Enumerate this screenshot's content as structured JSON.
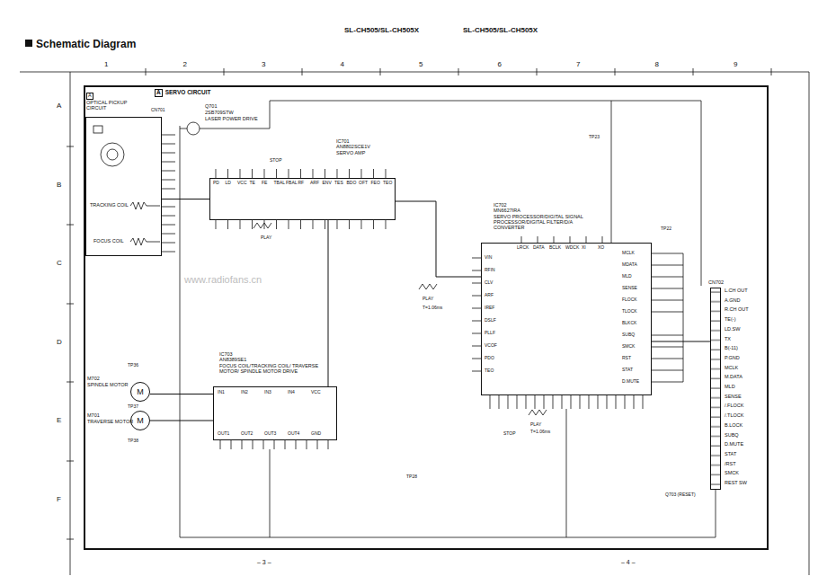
{
  "diagram": {
    "title": "Schematic Diagram",
    "nodes": [
      {
        "text": [
          "A",
          "SERVO CIRCUIT"
        ]
      },
      {
        "text": [
          "A",
          "OPTICAL PICKUP CIRCUIT"
        ],
        "in": 0
      },
      {
        "text": [
          "IC701",
          "AN8802SCE1V",
          "SERVO AMP"
        ],
        "in": 0
      },
      {
        "text": [
          "IC703",
          "AN8389SE1",
          "FOCUS COIL/TRACKING COIL/ TRAVERSE MOTOR/ SPINDLE MOTOR DRIVE"
        ],
        "in": 0
      },
      {
        "text": [
          "IC702",
          "MN6627IRA",
          "SERVO PROCESSOR/DIGITAL SIGNAL PROCESSOR/DIGITAL FILTER/D/A CONVERTER"
        ],
        "in": 0
      },
      {
        "text": [
          "M"
        ],
        "in": 0
      },
      {
        "text": [
          "M"
        ],
        "in": 0
      },
      {
        "text": [
          "CN702"
        ],
        "in": 0
      }
    ],
    "edges": [
      {
        "from": 1,
        "to": 2,
        "arrow": "none"
      },
      {
        "from": 2,
        "to": 4,
        "arrow": "none"
      },
      {
        "from": 2,
        "to": 3,
        "arrow": "none"
      },
      {
        "from": 3,
        "to": 5,
        "arrow": "none"
      },
      {
        "from": 3,
        "to": 6,
        "arrow": "none"
      },
      {
        "from": 4,
        "to": 7,
        "arrow": "none"
      }
    ],
    "labels": [
      "SL-CH505/SL-CH505X",
      "SL-CH505/SL-CH505X",
      "1",
      "2",
      "3",
      "4",
      "5",
      "6",
      "7",
      "8",
      "9",
      "A",
      "B",
      "C",
      "D",
      "E",
      "F",
      "– 3 –",
      "– 4 –",
      "Q701",
      "2SB709STW",
      "LASER POWER DRIVE",
      "TRACKING COIL",
      "FOCUS COIL",
      "PD",
      "LD",
      "VCC",
      "TE",
      "FE",
      "TBAL",
      "FBAL",
      "RF",
      "ARF",
      "ENV",
      "TES",
      "BDO",
      "OFT",
      "FEO",
      "TEO",
      "VIN",
      "RFIN",
      "CLV",
      "ARF",
      "IREF",
      "DSLF",
      "PLLF",
      "VCOF",
      "PDO",
      "TEO",
      "MCLK",
      "MDATA",
      "MLD",
      "SENSE",
      "FLOCK",
      "TLOCK",
      "BLKCK",
      "SUBQ",
      "SMCK",
      "RST",
      "STAT",
      "D.MUTE",
      "LRCK",
      "DATA",
      "BCLK",
      "WDCK",
      "XI",
      "XO",
      "IN1",
      "IN2",
      "IN3",
      "IN4",
      "VCC",
      "OUT1",
      "OUT2",
      "OUT3",
      "OUT4",
      "GND",
      "M702",
      "SPINDLE MOTOR",
      "M701",
      "TRAVERSE MOTOR",
      "L.CH OUT",
      "A.GND",
      "R.CH OUT",
      "TE(-)",
      "LD.SW",
      "TX",
      "B(-11)",
      "P.GND",
      "MCLK",
      "M.DATA",
      "MLD",
      "SENSE",
      "/.FLOCK",
      "/.TLOCK",
      "B.LOCK",
      "SUBQ",
      "D.MUTE",
      "STAT",
      "/RST",
      "SMCK",
      "REST SW",
      "TP23",
      "TP22",
      "TP28",
      "TP36",
      "TP37",
      "TP38",
      "PLAY",
      "PLAY",
      "PLAY",
      "Q703 (RESET)",
      "CN701",
      "www.radiofans.cn",
      "STOP",
      "STOP",
      "T=1.06ms",
      "T=1.06ms"
    ]
  }
}
